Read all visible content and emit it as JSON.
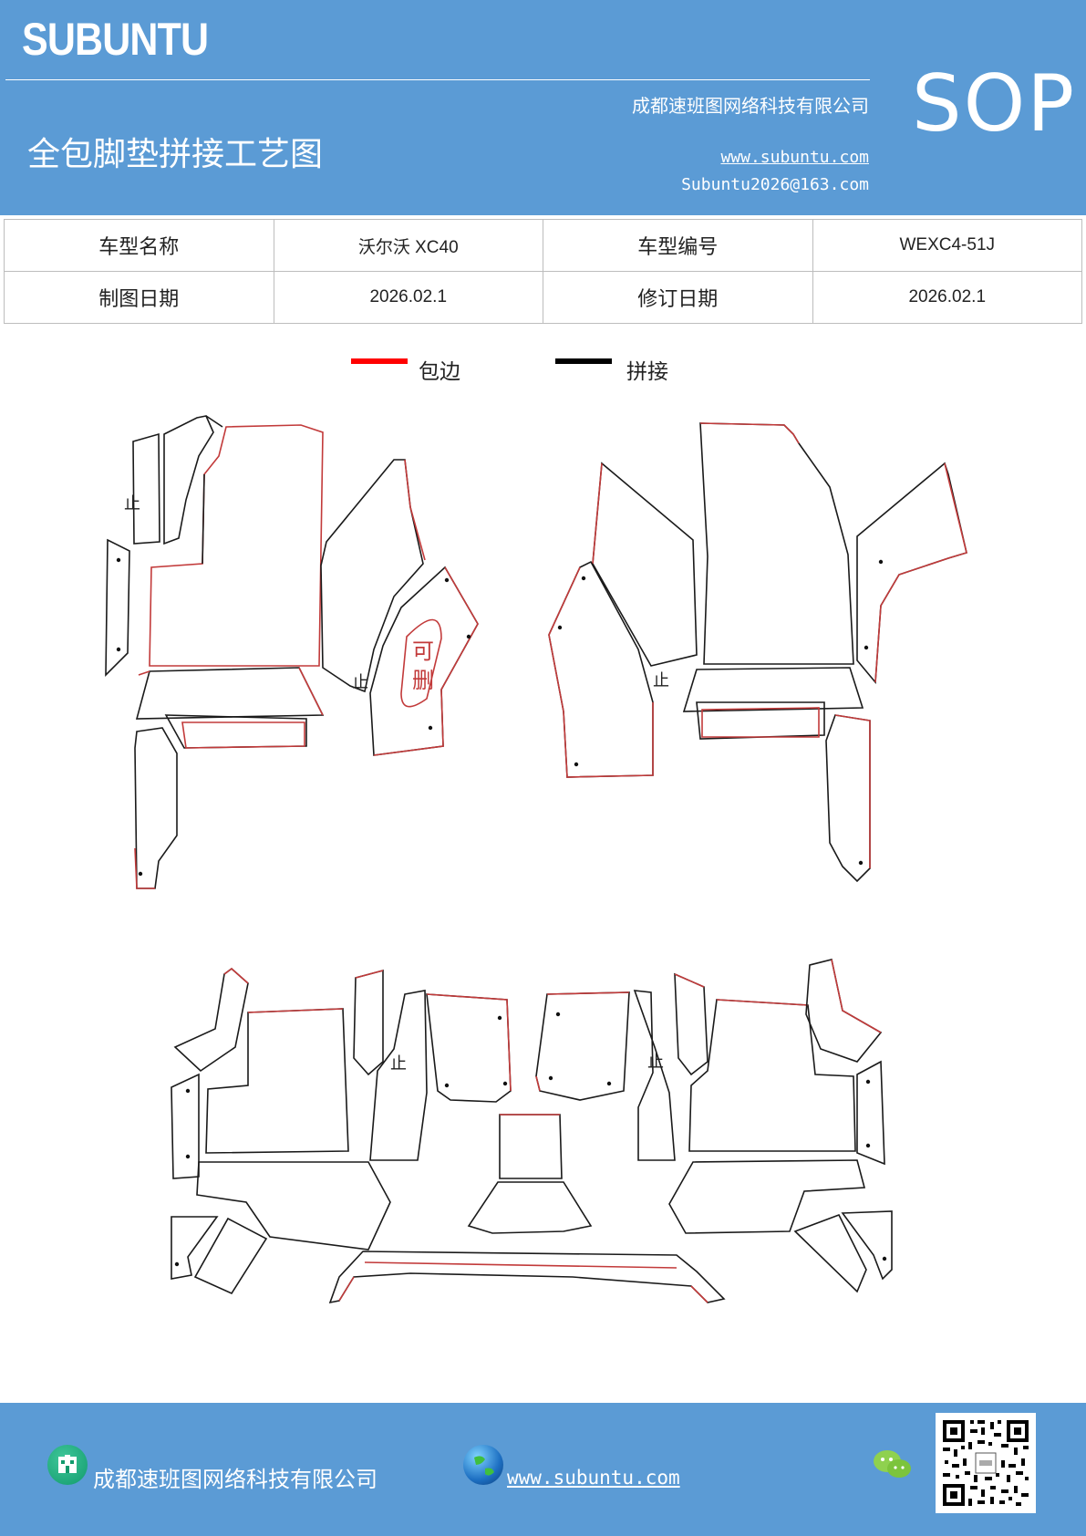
{
  "header": {
    "brand": "SUBUNTU",
    "badge": "SOP",
    "company": "成都速班图网络科技有限公司",
    "title": "全包脚垫拼接工艺图",
    "website": "www.subuntu.com",
    "email": "Subuntu2026@163.com"
  },
  "info_table": {
    "rows": [
      [
        "车型名称",
        "沃尔沃 XC40",
        "车型编号",
        "WEXC4-51J"
      ],
      [
        "制图日期",
        "2026.02.1",
        "修订日期",
        "2026.02.1"
      ]
    ]
  },
  "legend": [
    {
      "label": "包边",
      "color": "#ff0000"
    },
    {
      "label": "拼接",
      "color": "#000000"
    }
  ],
  "diagram": {
    "note_deletable": [
      "可",
      "删"
    ],
    "stop_mark": "止"
  },
  "footer": {
    "company": "成都速班图网络科技有限公司",
    "website": "www.subuntu.com",
    "icons": [
      "building-icon",
      "globe-icon",
      "wechat-icon",
      "qr-code"
    ]
  }
}
